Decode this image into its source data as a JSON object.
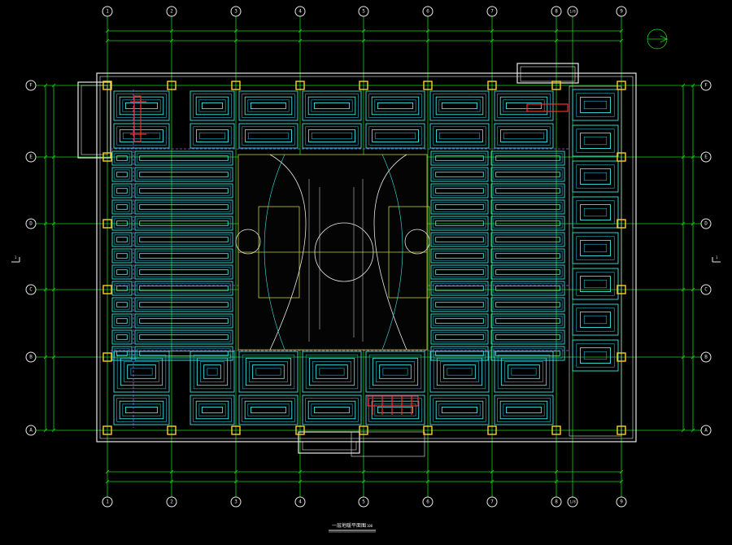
{
  "drawing": {
    "title": "一层地暖平面图",
    "title_scale": "1:100",
    "grid_columns": [
      "1",
      "2",
      "3",
      "4",
      "5",
      "6",
      "7",
      "8",
      "9"
    ],
    "grid_column_extra": "1/8",
    "grid_rows": [
      "F",
      "E",
      "D",
      "C",
      "B",
      "A"
    ],
    "side_mark_left": "1",
    "side_mark_right": "1",
    "colors": {
      "background": "#000000",
      "grid": "#19d219",
      "wall": "#e8e8e8",
      "column": "#ffd21e",
      "pipe": "#37e6e6",
      "court": "#c9c93a",
      "manifold": "#ff2a2a",
      "divider": "#b05ae6"
    }
  }
}
